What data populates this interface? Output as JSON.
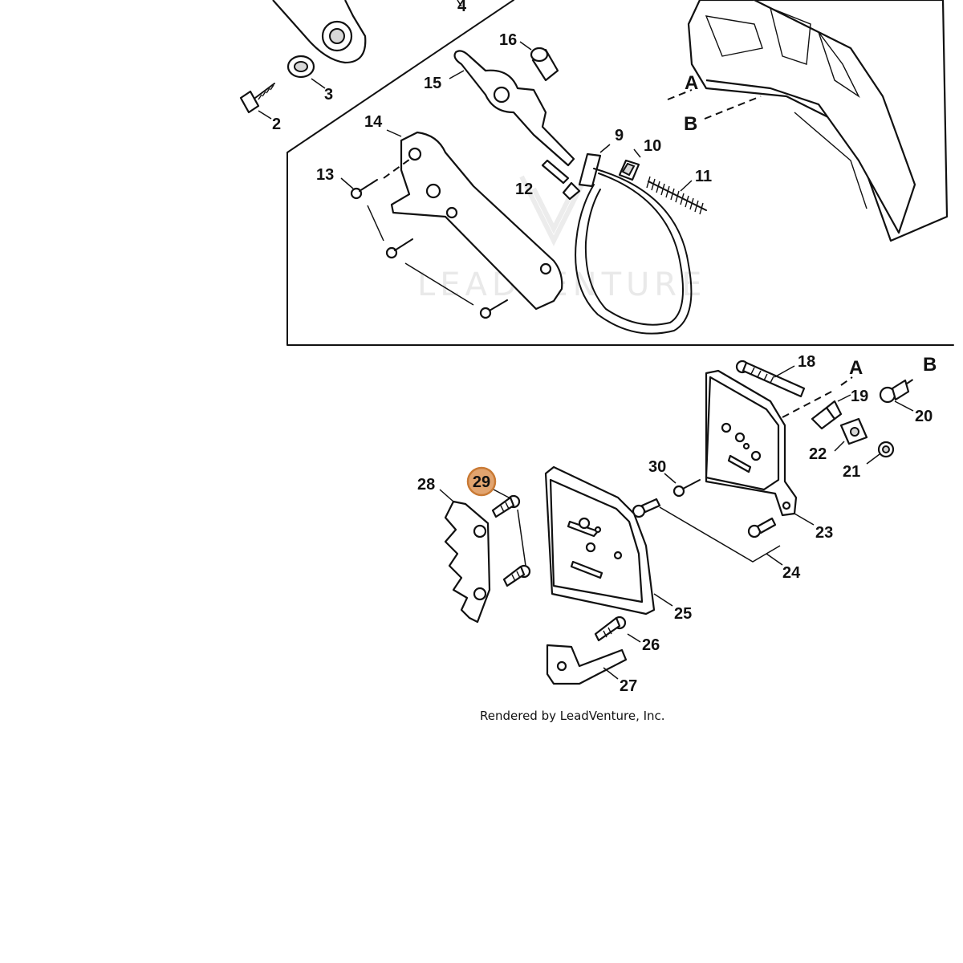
{
  "diagram": {
    "callouts": {
      "c2": "2",
      "c3": "3",
      "c4": "4",
      "c9": "9",
      "c10": "10",
      "c11": "11",
      "c12": "12",
      "c13": "13",
      "c14": "14",
      "c15": "15",
      "c16": "16",
      "c18": "18",
      "c19": "19",
      "c20": "20",
      "c21": "21",
      "c22": "22",
      "c23": "23",
      "c24": "24",
      "c25": "25",
      "c26": "26",
      "c27": "27",
      "c28": "28",
      "c29": "29",
      "c30": "30"
    },
    "markers": {
      "a_top": "A",
      "b_top": "B",
      "a_bottom": "A",
      "b_bottom": "B"
    },
    "highlighted_callout": "29",
    "highlight_color": "#e2a46f",
    "watermark_text": "LEADVENTURE",
    "footer_credit": "Rendered by LeadVenture, Inc."
  }
}
